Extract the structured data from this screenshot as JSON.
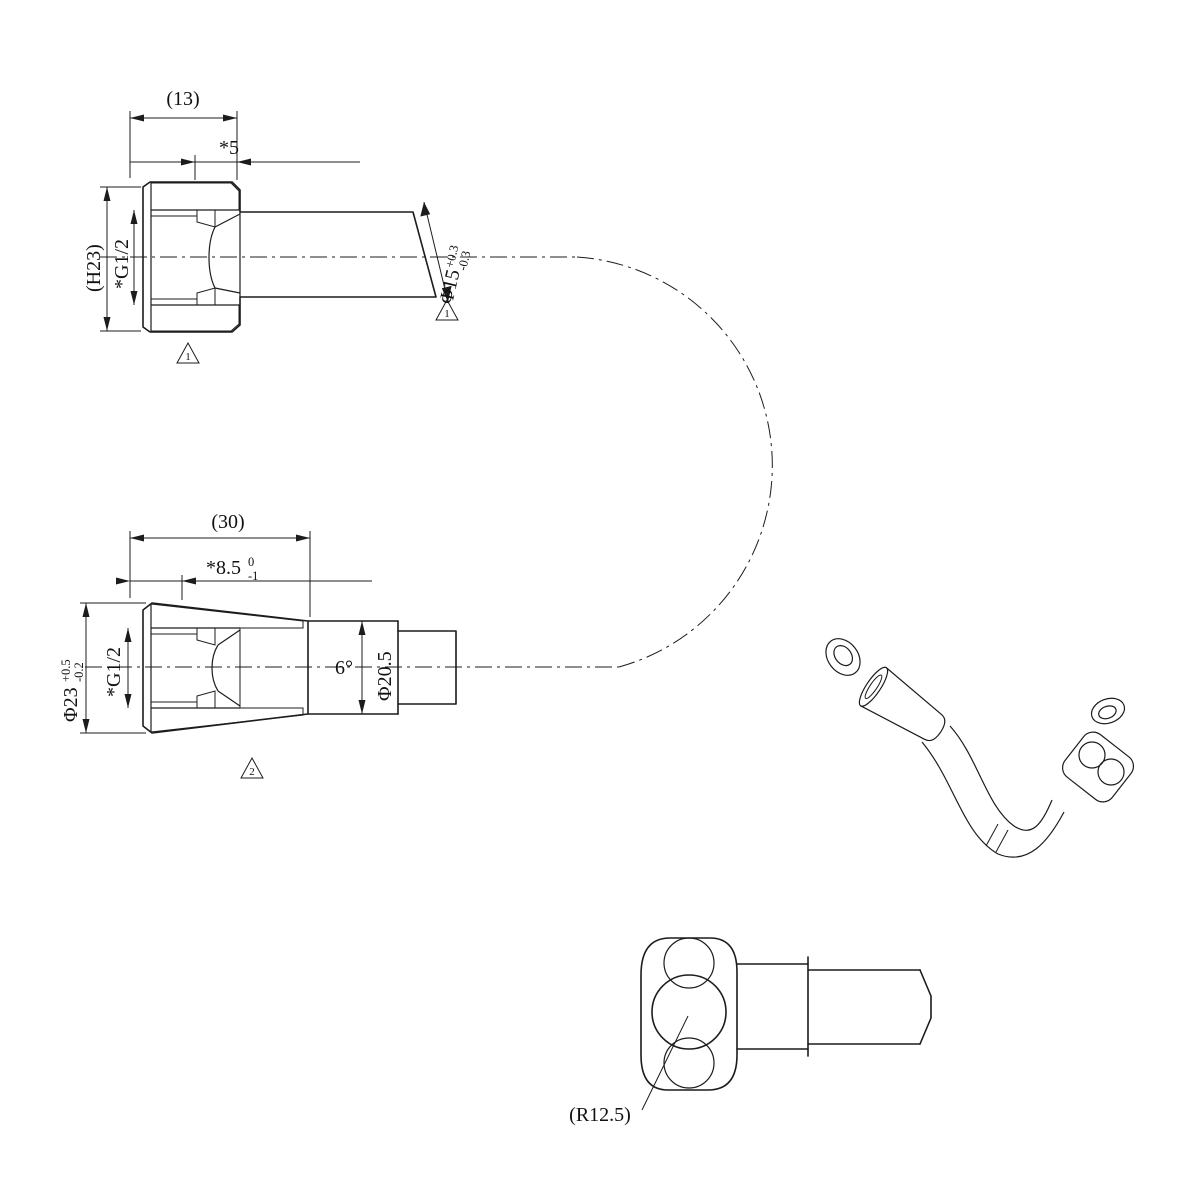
{
  "top_view": {
    "dim_width": "(13)",
    "dim_step": "*5",
    "dim_height": "(H23)",
    "thread": "*G1/2",
    "tube_dia": "Φ15",
    "tube_dia_tol_up": "+0.3",
    "tube_dia_tol_dn": "-0.3",
    "flag_nut": "1",
    "flag_tube": "1"
  },
  "bottom_view": {
    "dim_width": "(30)",
    "dim_depth": "*8.5",
    "dim_depth_tol_up": "0",
    "dim_depth_tol_dn": "-1",
    "nut_dia": "Φ23",
    "nut_dia_tol_up": "+0.5",
    "nut_dia_tol_dn": "-0.2",
    "thread": "*G1/2",
    "taper_angle": "6°",
    "tube_dia": "Φ20.5",
    "flag": "2"
  },
  "elbow_view": {
    "radius": "(R12.5)"
  }
}
